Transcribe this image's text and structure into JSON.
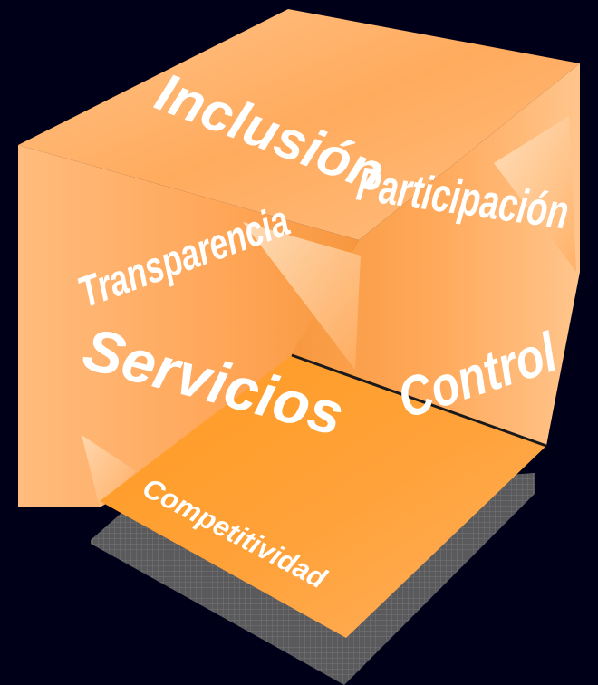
{
  "cube": {
    "top_label": "Inclusión",
    "left_upper_label": "Transparencia",
    "left_lower_label": "Servicios",
    "right_upper_label": "Participación",
    "right_lower_label": "Control",
    "floor_label": "Competitividad"
  },
  "colors": {
    "background": "#000019",
    "face_light": "#ffcf9a",
    "face_mid": "#ffa95a",
    "face_dark": "#f59742",
    "floor": "#ff9a2e",
    "shadow": "#6a6a6a",
    "text": "#ffffff"
  }
}
